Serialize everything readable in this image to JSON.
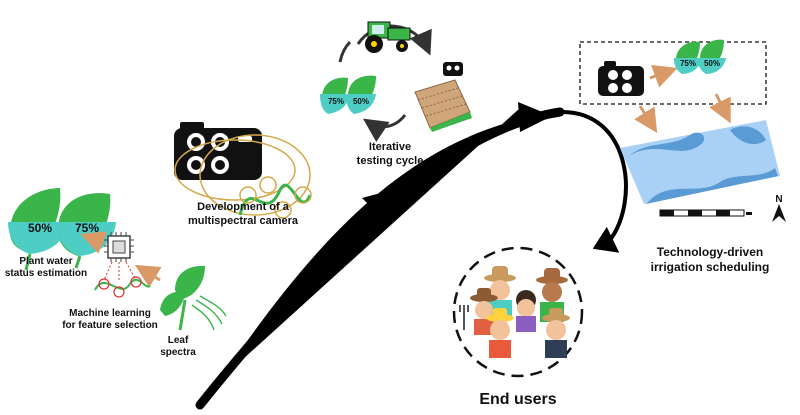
{
  "labels": {
    "plant_water_line1": "Plant water",
    "plant_water_line2": "status estimation",
    "ml_line1": "Machine learning",
    "ml_line2": "for feature selection",
    "leaf_line1": "Leaf",
    "leaf_line2": "spectra",
    "dev_line1": "Development of a",
    "dev_line2": "multispectral camera",
    "iter_line1": "Iterative",
    "iter_line2": "testing cycle",
    "tech_line1": "Technology-driven",
    "tech_line2": "irrigation scheduling",
    "end_users": "End users",
    "north": "N"
  },
  "leaves": {
    "left_small": "50%",
    "left_large": "75%",
    "cycle_left": "75%",
    "cycle_right": "50%",
    "right_left": "75%",
    "right_right": "50%"
  },
  "colors": {
    "leaf_green": "#39b54a",
    "leaf_cyan": "#4ecdc4",
    "gold_ring": "#d4a94a",
    "arrow_brown": "#d99a68",
    "map_blue": "#5b9bd5",
    "map_light": "#a9d0f5"
  },
  "icons": [
    "camera-icon",
    "tractor-icon",
    "chip-icon",
    "farmer-group-icon",
    "north-arrow-icon"
  ]
}
